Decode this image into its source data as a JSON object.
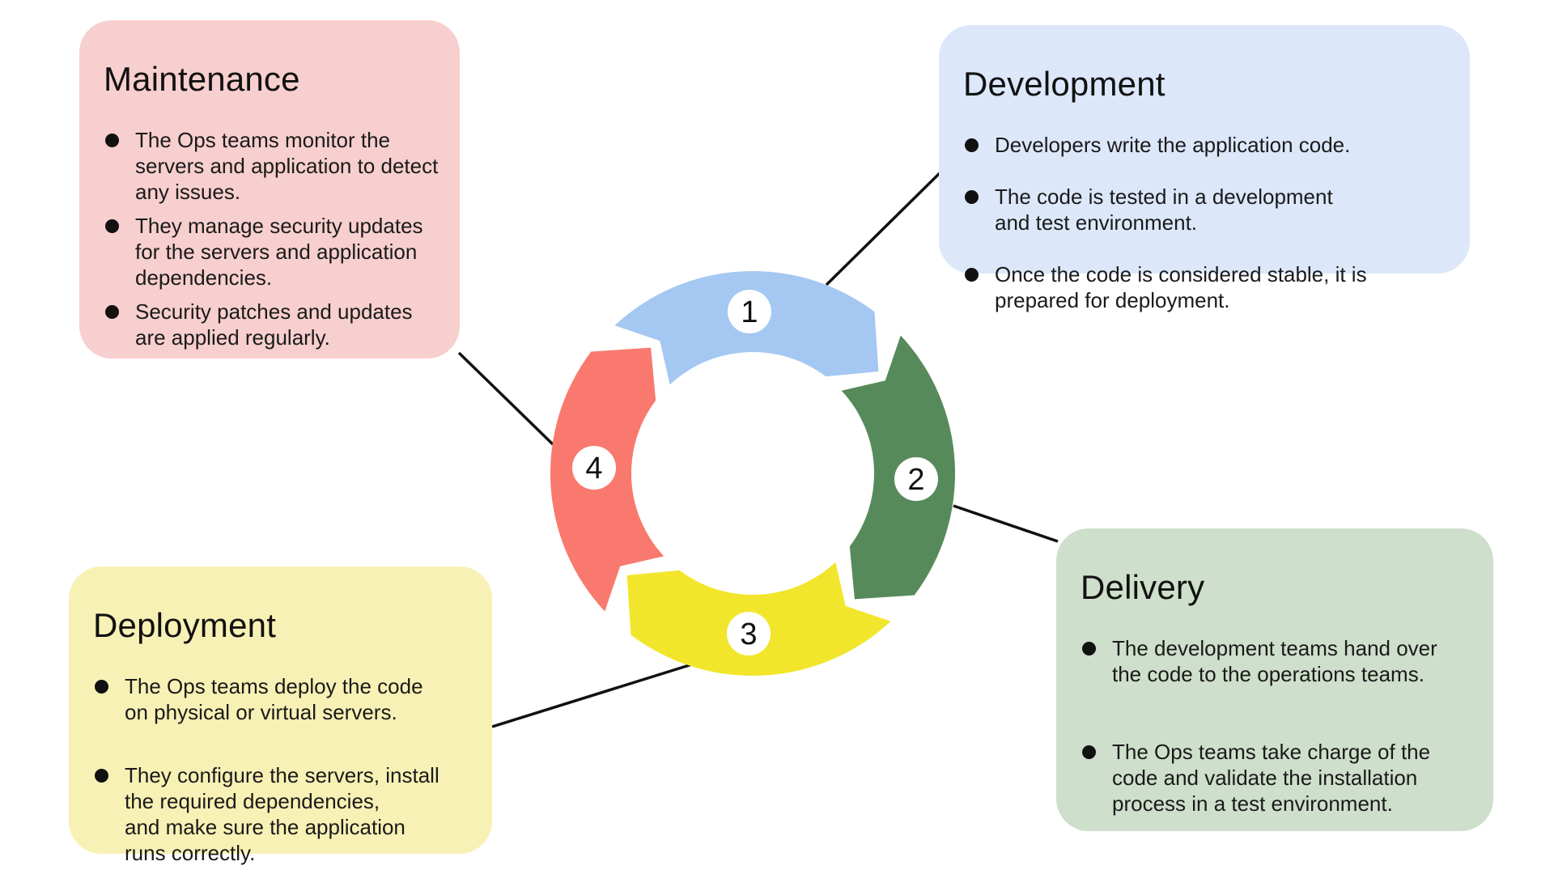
{
  "diagram": {
    "type": "cycle",
    "flow_direction": "clockwise",
    "connector_color": "#111111",
    "background": "#ffffff"
  },
  "cycle": {
    "segments": [
      {
        "number": "1",
        "label": "Development",
        "color": "#A4C8F2"
      },
      {
        "number": "2",
        "label": "Delivery",
        "color": "#578A5B"
      },
      {
        "number": "3",
        "label": "Deployment",
        "color": "#F2E62C"
      },
      {
        "number": "4",
        "label": "Maintenance",
        "color": "#FA796E"
      }
    ]
  },
  "boxes": {
    "maintenance": {
      "title": "Maintenance",
      "bg": "#F7CFCE",
      "bullets": [
        "The Ops teams monitor the\nservers and application to detect\nany issues.",
        "They manage security updates\nfor the servers and application\ndependencies.",
        "Security patches and updates\nare applied regularly."
      ]
    },
    "development": {
      "title": "Development",
      "bg": "#DCE7FA",
      "bullets": [
        "Developers write the application code.",
        "The code is tested in a development\nand test environment.",
        "Once the code is considered stable, it is\nprepared for deployment."
      ]
    },
    "deployment": {
      "title": "Deployment",
      "bg": "#F8F1B5",
      "bullets": [
        "The Ops teams deploy the code\non physical or virtual servers.",
        "They configure the servers, install\nthe required dependencies,\nand make sure the application\nruns correctly."
      ]
    },
    "delivery": {
      "title": "Delivery",
      "bg": "#CEDFCB",
      "bullets": [
        "The development teams hand over\nthe code to the operations teams.",
        "The Ops teams take charge of the\ncode and validate the installation\nprocess in a test environment."
      ]
    }
  }
}
